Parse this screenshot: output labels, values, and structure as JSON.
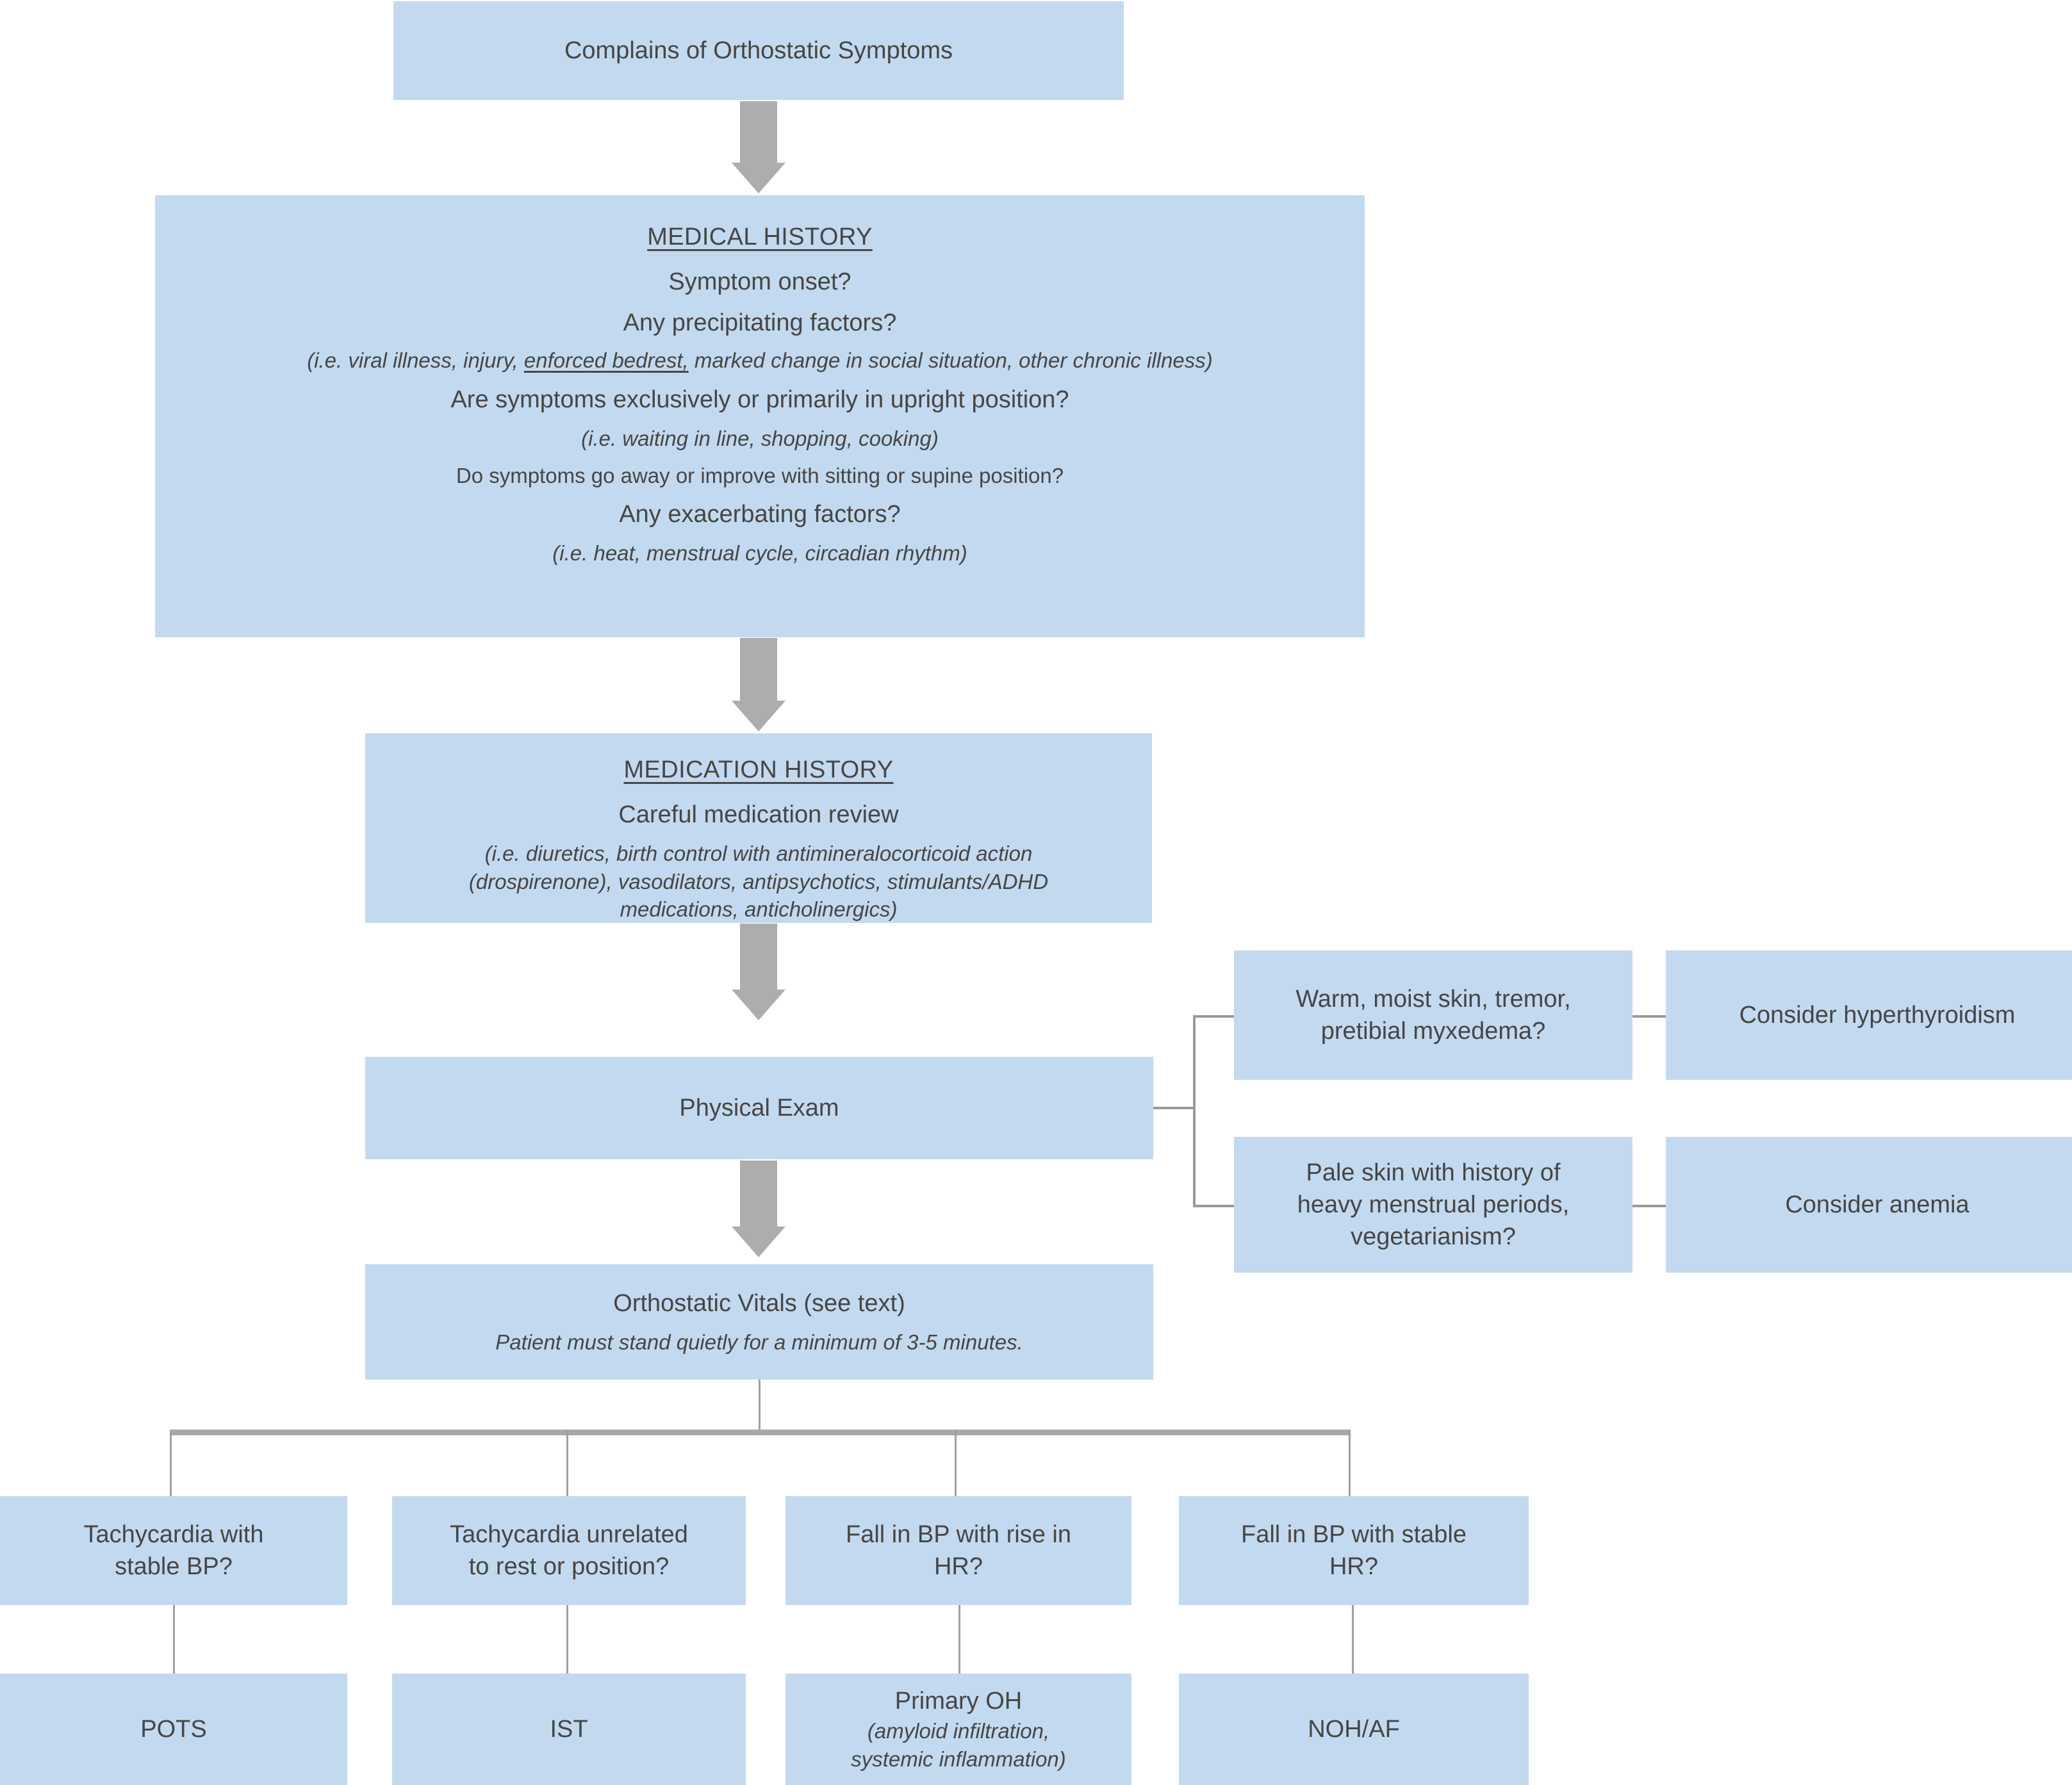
{
  "diagram": {
    "title": "Orthostatic Symptoms Evaluation Algorithm",
    "colors": {
      "node_fill": "#c3d9ef",
      "text": "#464646",
      "arrow": "#adadad",
      "connector": "#9a9a9a",
      "background": "#ffffff"
    }
  },
  "nodes": {
    "complaint": {
      "label": "Complains of Orthostatic Symptoms"
    },
    "medical_history": {
      "header": "MEDICAL HISTORY",
      "lines": [
        "Symptom onset?",
        "Any precipitating factors?",
        "Are symptoms exclusively or primarily in upright position?",
        "Do symptoms go away or improve with sitting or supine position?",
        "Any exacerbating factors?"
      ],
      "note_precipitating_pre": "(i.e. viral illness, injury, ",
      "note_precipitating_underlined": "enforced bedrest,",
      "note_precipitating_post": " marked change in social situation, other chronic illness)",
      "note_upright": "(i.e. waiting in line, shopping, cooking)",
      "note_exacerbating": "(i.e. heat, menstrual cycle, circadian rhythm)"
    },
    "medication_history": {
      "header": "MEDICATION HISTORY",
      "line": "Careful medication review",
      "note_line1": "(i.e. diuretics, birth control with antimineralocorticoid action",
      "note_line2": "(drospirenone), vasodilators, antipsychotics, stimulants/ADHD",
      "note_line3": "medications, anticholinergics)"
    },
    "physical_exam": {
      "label": "Physical Exam"
    },
    "hyperthyroid_question": {
      "line1": "Warm, moist skin, tremor,",
      "line2": "pretibial myxedema?"
    },
    "hyperthyroid_answer": {
      "label": "Consider hyperthyroidism"
    },
    "anemia_question": {
      "line1": "Pale skin with history of",
      "line2": "heavy menstrual periods,",
      "line3": "vegetarianism?"
    },
    "anemia_answer": {
      "label": "Consider anemia"
    },
    "orthostatic_vitals": {
      "label": "Orthostatic Vitals (see text)",
      "note": "Patient must stand quietly for a minimum of 3-5 minutes."
    },
    "branch_questions": [
      {
        "line1": "Tachycardia with",
        "line2": "stable BP?"
      },
      {
        "line1": "Tachycardia unrelated",
        "line2": "to rest or position?"
      },
      {
        "line1": "Fall in BP with rise in",
        "line2": "HR?"
      },
      {
        "line1": "Fall in BP with stable",
        "line2": "HR?"
      }
    ],
    "diagnoses": [
      {
        "label": "POTS",
        "note1": "",
        "note2": ""
      },
      {
        "label": "IST",
        "note1": "",
        "note2": ""
      },
      {
        "label": "Primary OH",
        "note1": "(amyloid infiltration,",
        "note2": "systemic inflammation)"
      },
      {
        "label": "NOH/AF",
        "note1": "",
        "note2": ""
      }
    ]
  }
}
